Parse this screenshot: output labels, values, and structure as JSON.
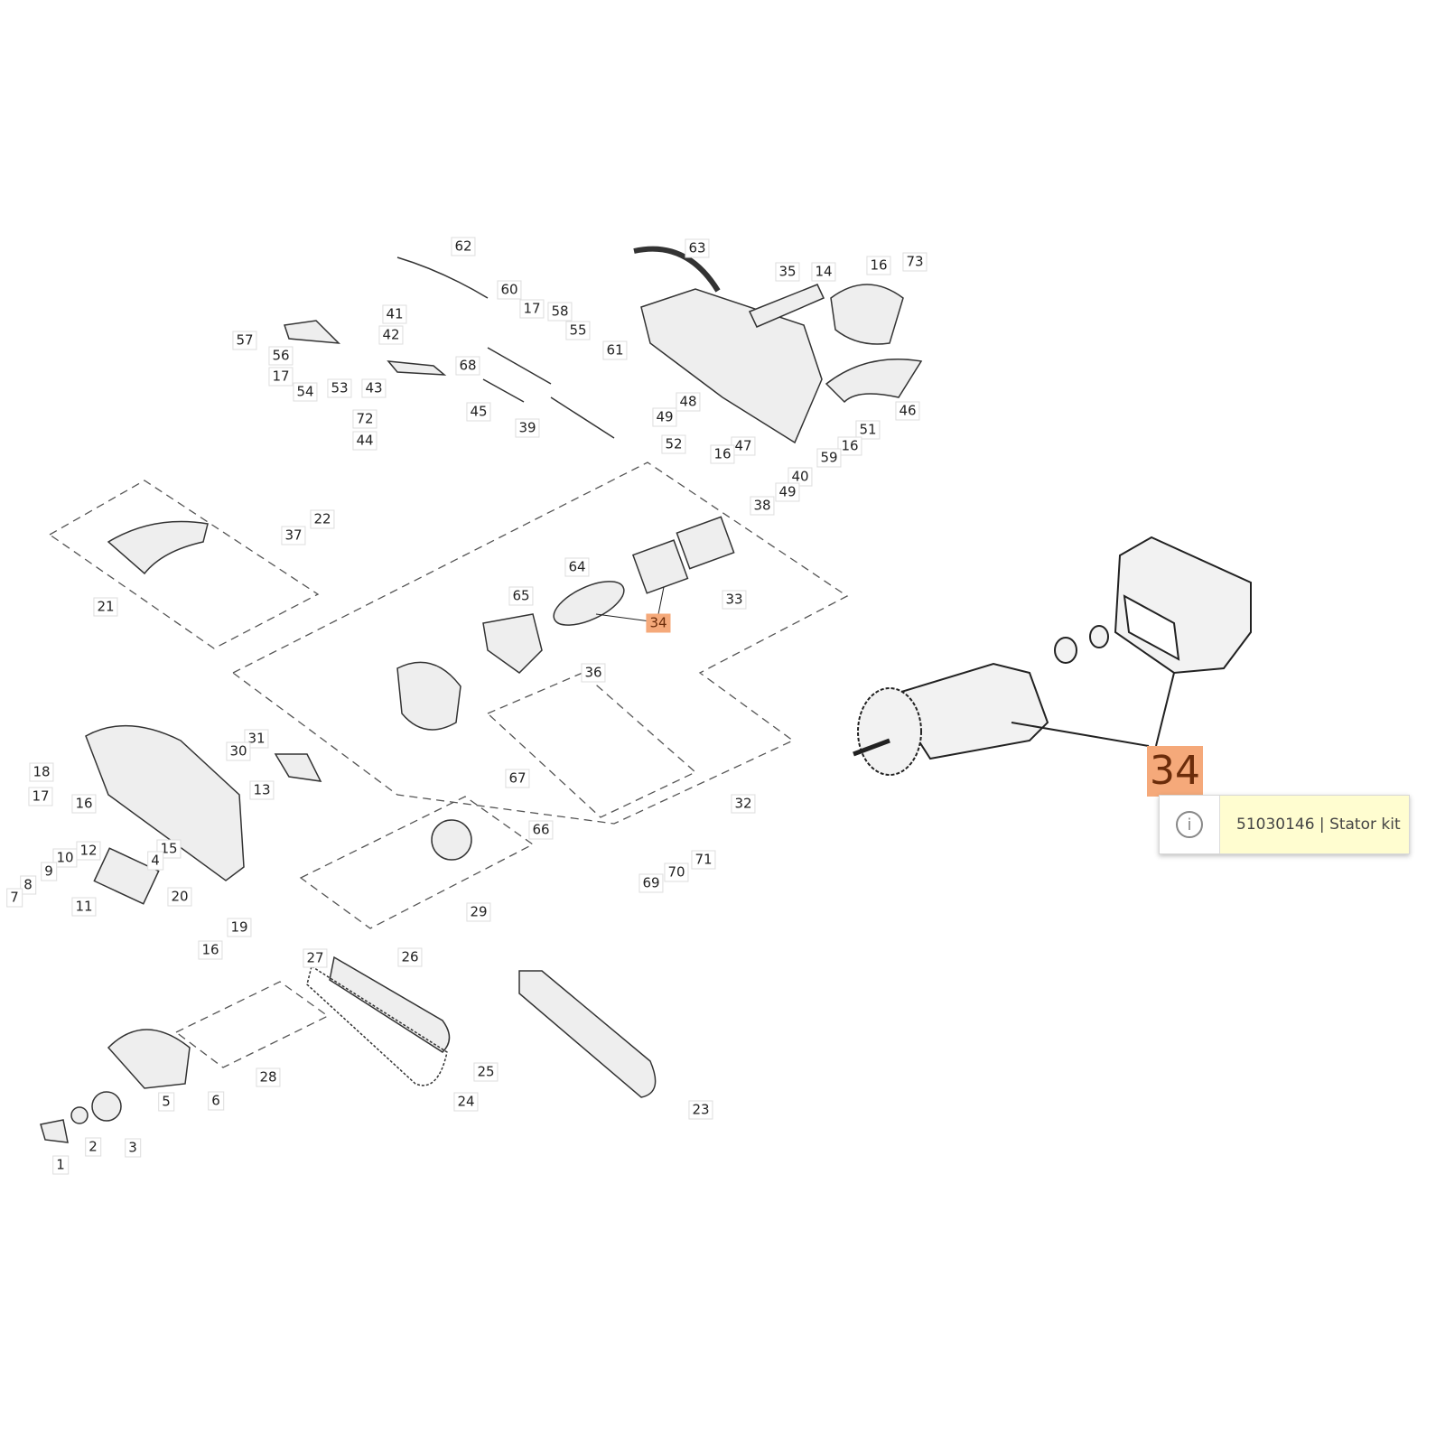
{
  "labels": [
    "62",
    "63",
    "35",
    "14",
    "16",
    "73",
    "60",
    "17",
    "58",
    "41",
    "42",
    "55",
    "57",
    "56",
    "61",
    "68",
    "17",
    "54",
    "53",
    "43",
    "48",
    "46",
    "49",
    "45",
    "39",
    "72",
    "51",
    "47",
    "44",
    "52",
    "16",
    "16",
    "59",
    "40",
    "49",
    "38",
    "22",
    "37",
    "64",
    "65",
    "33",
    "21",
    "34",
    "36",
    "31",
    "30",
    "18",
    "67",
    "17",
    "13",
    "16",
    "32",
    "66",
    "15",
    "12",
    "4",
    "10",
    "9",
    "71",
    "8",
    "70",
    "7",
    "20",
    "11",
    "69",
    "29",
    "19",
    "16",
    "27",
    "26",
    "28",
    "25",
    "6",
    "5",
    "24",
    "23",
    "2",
    "3",
    "1"
  ],
  "highlighted_label": "34",
  "callout": {
    "number": "34"
  },
  "tooltip": {
    "icon": "info-icon",
    "part_number": "51030146",
    "separator": "|",
    "description": "Stator kit",
    "text": "51030146 | Stator kit"
  },
  "colors": {
    "highlight": "#f5a97a",
    "tooltip_bg": "#fffdd0"
  }
}
